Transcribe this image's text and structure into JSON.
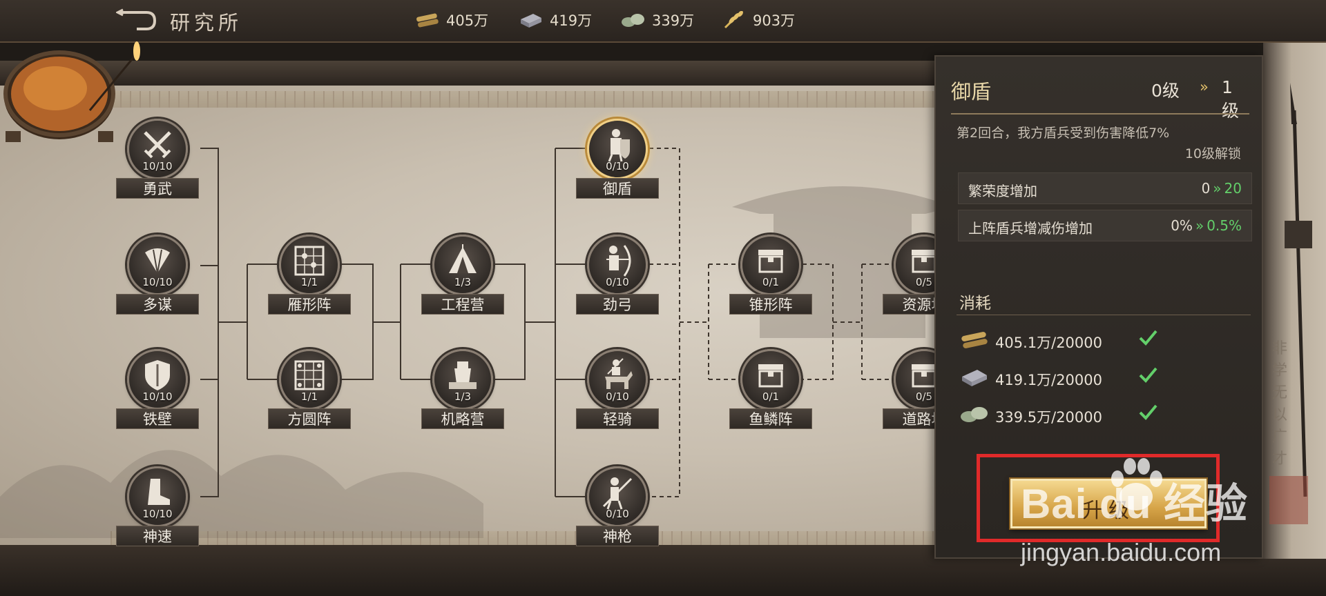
{
  "header": {
    "title": "研究所",
    "resources": [
      {
        "icon": "wood-icon",
        "value": "405万"
      },
      {
        "icon": "iron-icon",
        "value": "419万"
      },
      {
        "icon": "stone-icon",
        "value": "339万"
      },
      {
        "icon": "grain-icon",
        "value": "903万"
      }
    ]
  },
  "tree": {
    "nodes": [
      {
        "id": "yongwu",
        "label": "勇武",
        "count": "10/10",
        "icon": "crossed-swords-icon"
      },
      {
        "id": "duomou",
        "label": "多谋",
        "count": "10/10",
        "icon": "fan-icon"
      },
      {
        "id": "tiebi",
        "label": "铁壁",
        "count": "10/10",
        "icon": "shield-icon"
      },
      {
        "id": "shensu",
        "label": "神速",
        "count": "10/10",
        "icon": "boot-icon"
      },
      {
        "id": "yanxing",
        "label": "雁形阵",
        "count": "1/1",
        "icon": "formation-grid-icon"
      },
      {
        "id": "fangyuan",
        "label": "方圆阵",
        "count": "1/1",
        "icon": "formation-square-icon"
      },
      {
        "id": "gongcheng",
        "label": "工程营",
        "count": "1/3",
        "icon": "camp-tent-icon"
      },
      {
        "id": "jilue",
        "label": "机略营",
        "count": "1/3",
        "icon": "watchtower-icon"
      },
      {
        "id": "yudun",
        "label": "御盾",
        "count": "0/10",
        "icon": "shield-soldier-icon"
      },
      {
        "id": "jingong",
        "label": "劲弓",
        "count": "0/10",
        "icon": "archer-icon"
      },
      {
        "id": "qingqi",
        "label": "轻骑",
        "count": "0/10",
        "icon": "cavalry-icon"
      },
      {
        "id": "shenqiang",
        "label": "神枪",
        "count": "0/10",
        "icon": "spearman-icon"
      },
      {
        "id": "zhuixing",
        "label": "锥形阵",
        "count": "0/1",
        "icon": "locked-chest-icon"
      },
      {
        "id": "yulin",
        "label": "鱼鳞阵",
        "count": "0/1",
        "icon": "locked-chest-icon"
      },
      {
        "id": "ziyuan",
        "label": "资源地",
        "count": "0/5",
        "icon": "locked-chest-icon"
      },
      {
        "id": "daolu",
        "label": "道路地",
        "count": "0/5",
        "icon": "locked-chest-icon"
      }
    ]
  },
  "panel": {
    "skill_name": "御盾",
    "level_from": "0级",
    "level_arrow": "»",
    "level_to": "1级",
    "description": "第2回合，我方盾兵受到伤害降低7%",
    "unlock": "10级解锁",
    "stats": [
      {
        "label": "繁荣度增加",
        "old": "0",
        "new": "20"
      },
      {
        "label": "上阵盾兵增减伤增加",
        "old": "0%",
        "new": "0.5%"
      }
    ],
    "cost_title": "消耗",
    "costs": [
      {
        "icon": "wood-icon",
        "amount": "405.1万/20000",
        "ok": true
      },
      {
        "icon": "iron-icon",
        "amount": "419.1万/20000",
        "ok": true
      },
      {
        "icon": "stone-icon",
        "amount": "339.5万/20000",
        "ok": true
      }
    ],
    "upgrade_label": "升级"
  },
  "decor": {
    "side_text": "非学无以广才"
  },
  "watermark": {
    "logo": "Bai du 经验",
    "url": "jingyan.baidu.com"
  },
  "colors": {
    "accent_gold": "#e2c06a",
    "increase_green": "#63cf6a",
    "highlight_red": "#e02a2a"
  }
}
